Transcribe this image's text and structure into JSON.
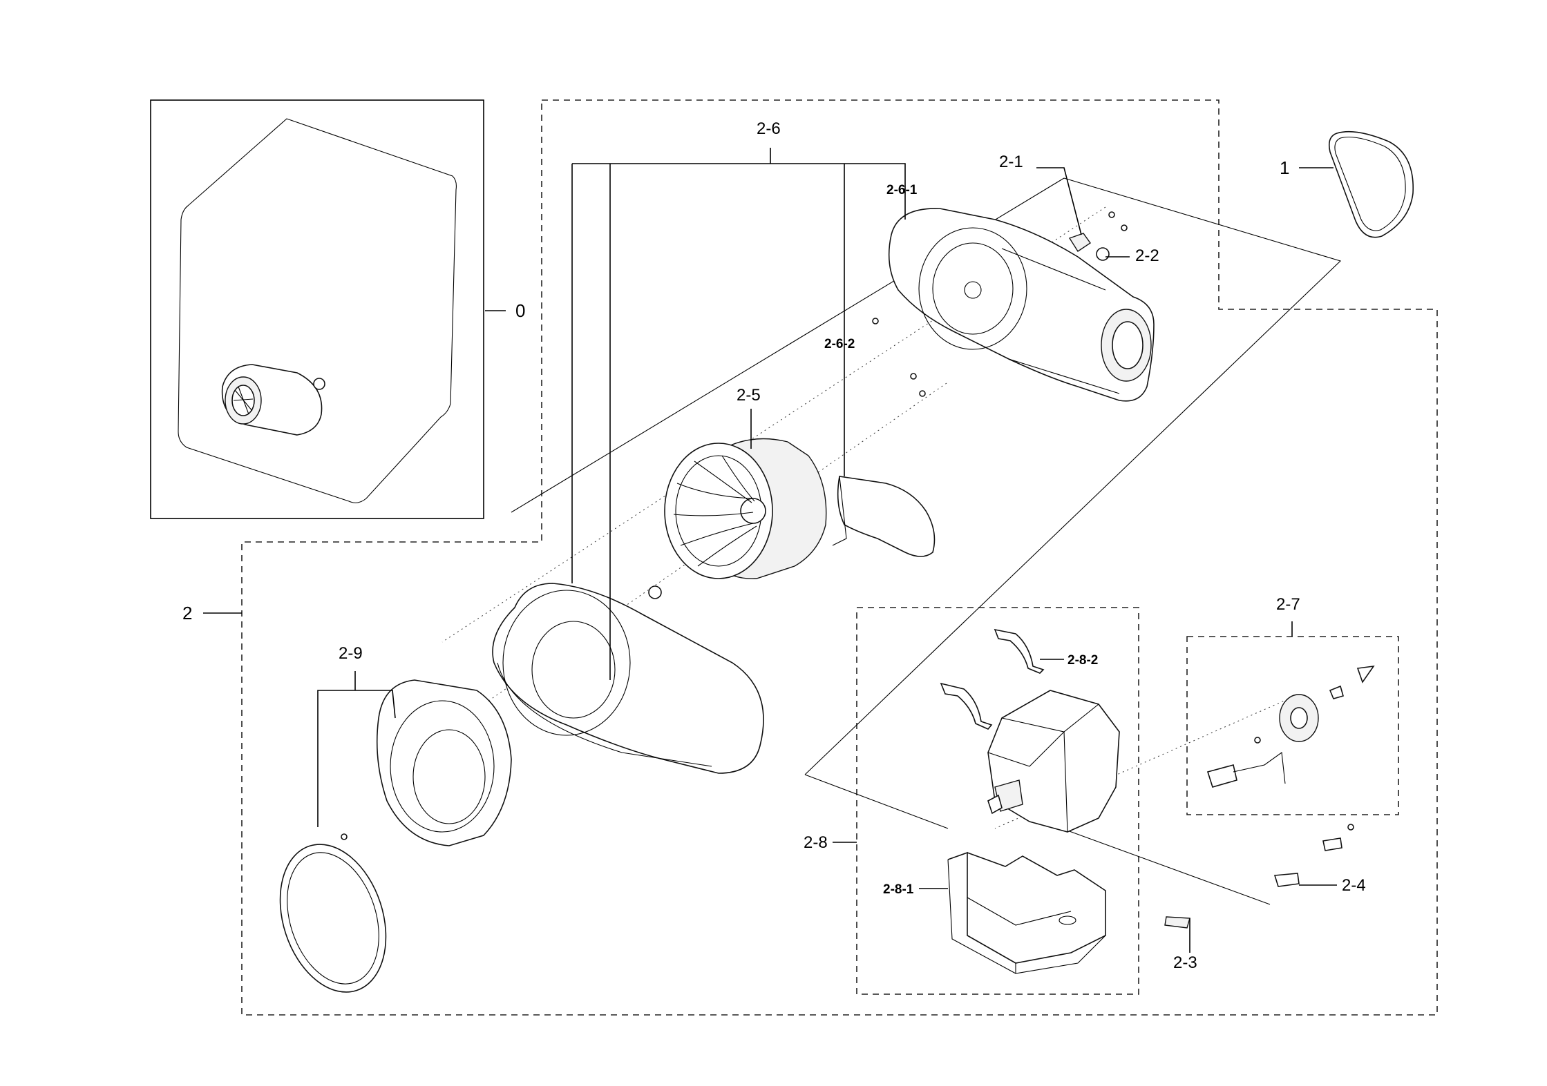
{
  "labels": {
    "part_0": "0",
    "part_1": "1",
    "part_2": "2",
    "part_2_1": "2-1",
    "part_2_2": "2-2",
    "part_2_3": "2-3",
    "part_2_4": "2-4",
    "part_2_5": "2-5",
    "part_2_6": "2-6",
    "part_2_6_1": "2-6-1",
    "part_2_6_2": "2-6-2",
    "part_2_7": "2-7",
    "part_2_8": "2-8",
    "part_2_8_1": "2-8-1",
    "part_2_8_2": "2-8-2",
    "part_2_9": "2-9"
  }
}
